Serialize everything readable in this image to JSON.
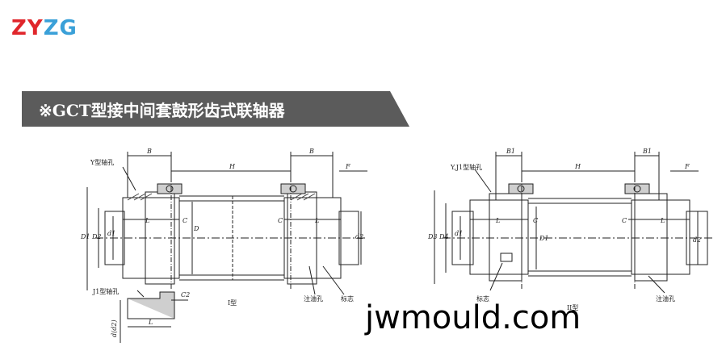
{
  "logo": {
    "part1": "ZY",
    "part2": "ZG"
  },
  "banner": {
    "title": "※GCT型接中间套鼓形齿式联轴器"
  },
  "diagram1": {
    "label_B_left": "B",
    "label_B_right": "B",
    "label_H": "H",
    "label_F": "F",
    "label_Y_hole": "Y型轴孔",
    "label_L_left": "L",
    "label_C_left": "C",
    "label_C_right": "C",
    "label_L_right": "L",
    "label_D1": "D1",
    "label_D2": "D2",
    "label_d1": "d1",
    "label_D": "D",
    "label_d2": "d2",
    "label_J1_hole": "J1型轴孔",
    "label_L_bottom": "L",
    "label_C2": "C2",
    "label_d_d2": "d(d2)",
    "label_type": "I型",
    "label_oil": "注油孔",
    "label_mark": "标志"
  },
  "diagram2": {
    "label_B1_left": "B1",
    "label_B1_right": "B1",
    "label_H": "H",
    "label_F": "F",
    "label_YJ1_hole": "Y,J1型轴孔",
    "label_L_left": "L",
    "label_C_left": "C",
    "label_C_right": "C",
    "label_L_right": "L",
    "label_D3": "D3",
    "label_D4": "D4",
    "label_d1": "d1",
    "label_D1": "D1",
    "label_d2": "d2",
    "label_mark": "标志",
    "label_type": "II型",
    "label_oil": "注油孔"
  },
  "watermark": {
    "text": "jwmould.com"
  }
}
